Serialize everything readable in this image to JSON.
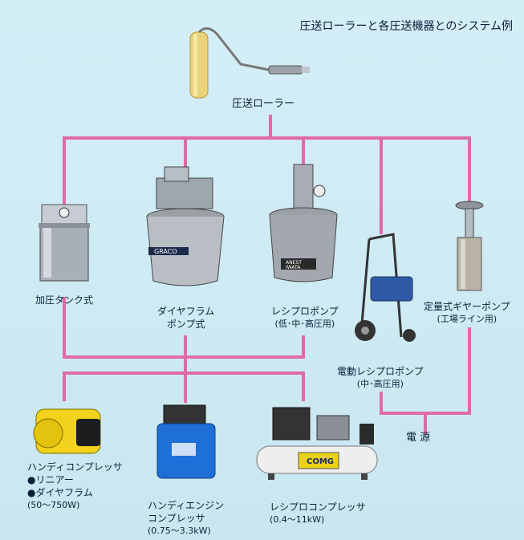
{
  "title": "圧送ローラーと各圧送機器とのシステム例",
  "roller": {
    "label": "圧送ローラー"
  },
  "pumps": {
    "tank": {
      "label": "加圧タンク式"
    },
    "diaphragm": {
      "label_1": "ダイヤフラム",
      "label_2": "ポンプ式",
      "brand": "GRACO"
    },
    "recipro": {
      "label": "レシプロポンプ",
      "sub": "(低･中･高圧用)",
      "brand_1": "ANEST",
      "brand_2": "IWATA"
    },
    "electric": {
      "label": "電動レシプロポンプ",
      "sub": "(中･高圧用)"
    },
    "gear": {
      "label": "定量式ギヤーポンプ",
      "sub": "(工場ライン用)"
    }
  },
  "compressors": {
    "handy": {
      "label": "ハンディコンプレッサ",
      "item_1": "●リニアー",
      "item_2": "●ダイヤフラム",
      "sub": "(50～750W)"
    },
    "engine": {
      "label_1": "ハンディエンジン",
      "label_2": "コンプレッサ",
      "sub": "(0.75～3.3kW)"
    },
    "recipro": {
      "label": "レシプロコンプレッサ",
      "sub": "(0.4～11kW)",
      "brand": "COMG"
    }
  },
  "power": {
    "label": "電 源"
  },
  "colors": {
    "line": "#e06aa6",
    "background": "#cfeaf2",
    "text": "#0b1f3a"
  }
}
